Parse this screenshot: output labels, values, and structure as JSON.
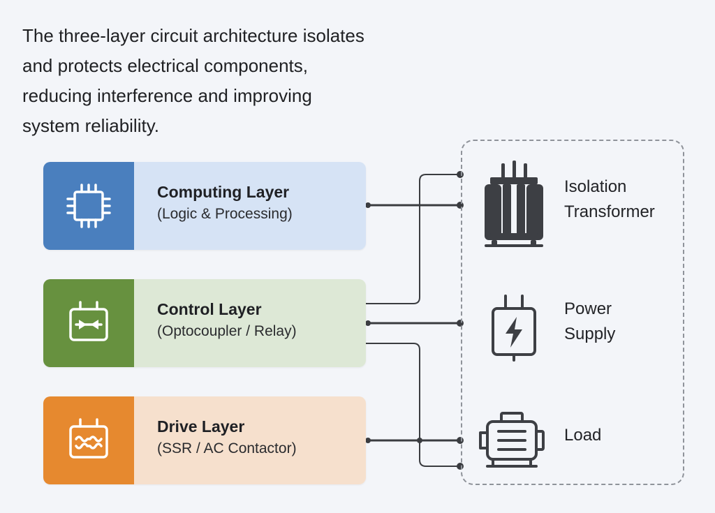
{
  "intro": {
    "lines": [
      "The three-layer circuit architecture isolates",
      "and protects electrical components,",
      "reducing interference and improving",
      "system reliability."
    ]
  },
  "layers": [
    {
      "name": "Computing Layer",
      "subtitle": "(Logic & Processing)",
      "icon": "cpu-chip-icon",
      "color": "#4a7fbe"
    },
    {
      "name": "Control Layer",
      "subtitle": "(Optocoupler / Relay)",
      "icon": "optocoupler-relay-icon",
      "color": "#67913f"
    },
    {
      "name": "Drive Layer",
      "subtitle": "(SSR / AC Contactor)",
      "icon": "ssr-contactor-icon",
      "color": "#e6892f"
    }
  ],
  "devices": [
    {
      "lines": [
        "Isolation",
        "Transformer"
      ],
      "icon": "transformer-icon"
    },
    {
      "lines": [
        "Power",
        "Supply"
      ],
      "icon": "power-supply-icon"
    },
    {
      "lines": [
        "Load"
      ],
      "icon": "motor-icon"
    }
  ]
}
